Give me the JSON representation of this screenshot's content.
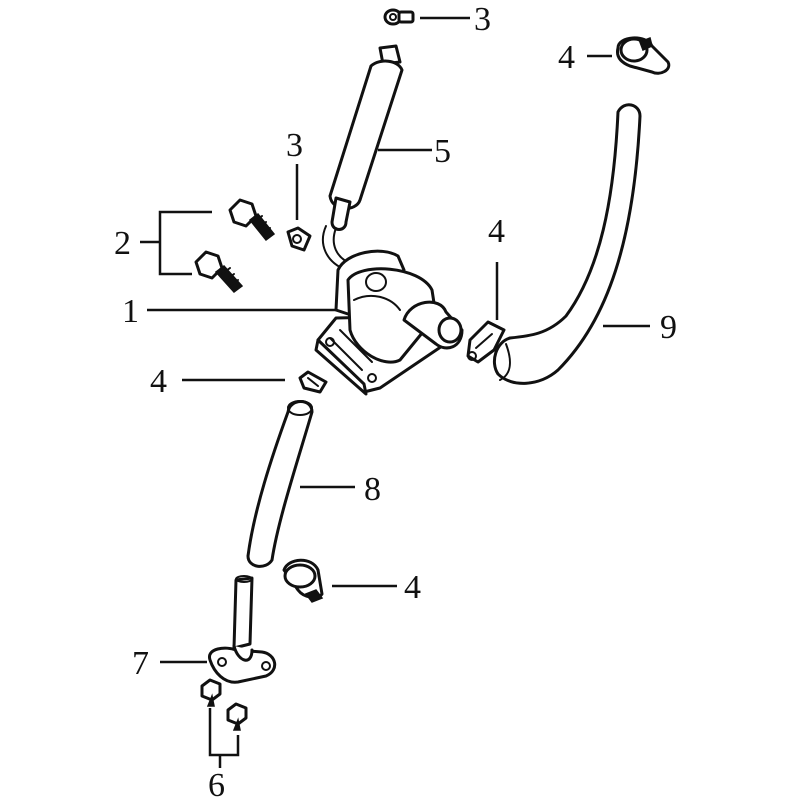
{
  "callouts": {
    "c1": "1",
    "c2": "2",
    "c3_top": "3",
    "c3_mid": "3",
    "c4_top": "4",
    "c4_right": "4",
    "c4_left": "4",
    "c4_bottom": "4",
    "c5": "5",
    "c6": "6",
    "c7": "7",
    "c8": "8",
    "c9": "9"
  }
}
